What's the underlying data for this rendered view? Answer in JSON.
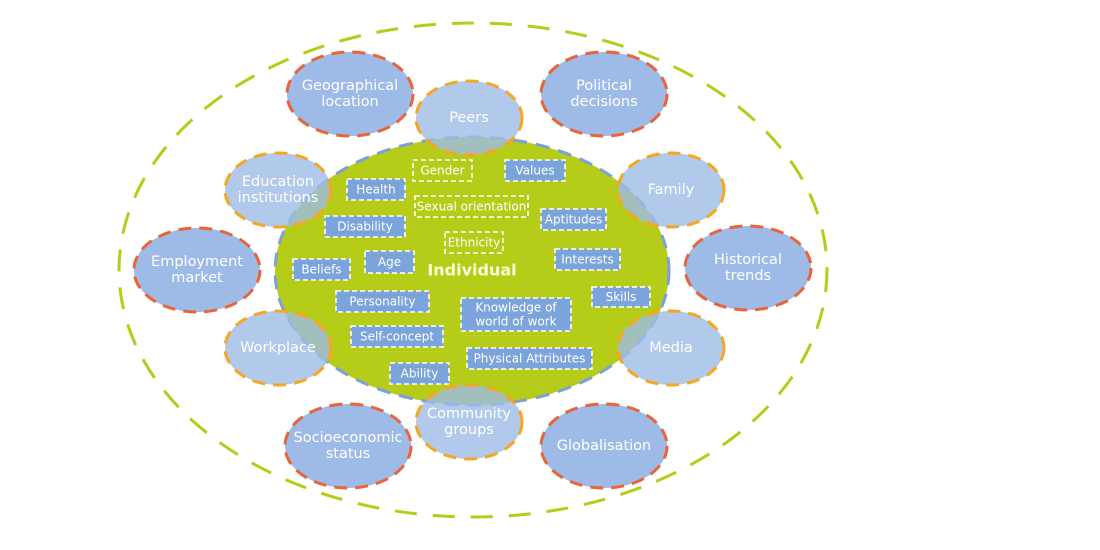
{
  "colors": {
    "outer_ring": "#b5cc18",
    "individual_fill": "#b5cc18",
    "individual_border": "#7ea0d8",
    "ellipse_fill": "#9dbbe6",
    "inner_ring_border": "#f5a623",
    "outer_ring_border": "#e8643a",
    "box_fill": "#7ca4dc",
    "box_border": "#ffffff"
  },
  "center": {
    "label": "Individual"
  },
  "individual_factors": [
    {
      "label": "Gender",
      "filled": false
    },
    {
      "label": "Values",
      "filled": true
    },
    {
      "label": "Health",
      "filled": true
    },
    {
      "label": "Sexual orientation",
      "filled": false
    },
    {
      "label": "Aptitudes",
      "filled": true
    },
    {
      "label": "Disability",
      "filled": true
    },
    {
      "label": "Ethnicity",
      "filled": false
    },
    {
      "label": "Beliefs",
      "filled": true
    },
    {
      "label": "Age",
      "filled": true
    },
    {
      "label": "Interests",
      "filled": true
    },
    {
      "label": "Personality",
      "filled": true
    },
    {
      "label": "Skills",
      "filled": true
    },
    {
      "label": "Knowledge of world of work",
      "filled": true
    },
    {
      "label": "Self-concept",
      "filled": true
    },
    {
      "label": "Physical Attributes",
      "filled": true
    },
    {
      "label": "Ability",
      "filled": true
    }
  ],
  "social_system": [
    {
      "label": "Peers"
    },
    {
      "label": "Family"
    },
    {
      "label": "Media"
    },
    {
      "label": "Community groups"
    },
    {
      "label": "Workplace"
    },
    {
      "label": "Education institutions"
    }
  ],
  "environmental_societal_system": [
    {
      "label": "Geographical location"
    },
    {
      "label": "Political decisions"
    },
    {
      "label": "Historical trends"
    },
    {
      "label": "Globalisation"
    },
    {
      "label": "Socioeconomic status"
    },
    {
      "label": "Employment market"
    }
  ]
}
